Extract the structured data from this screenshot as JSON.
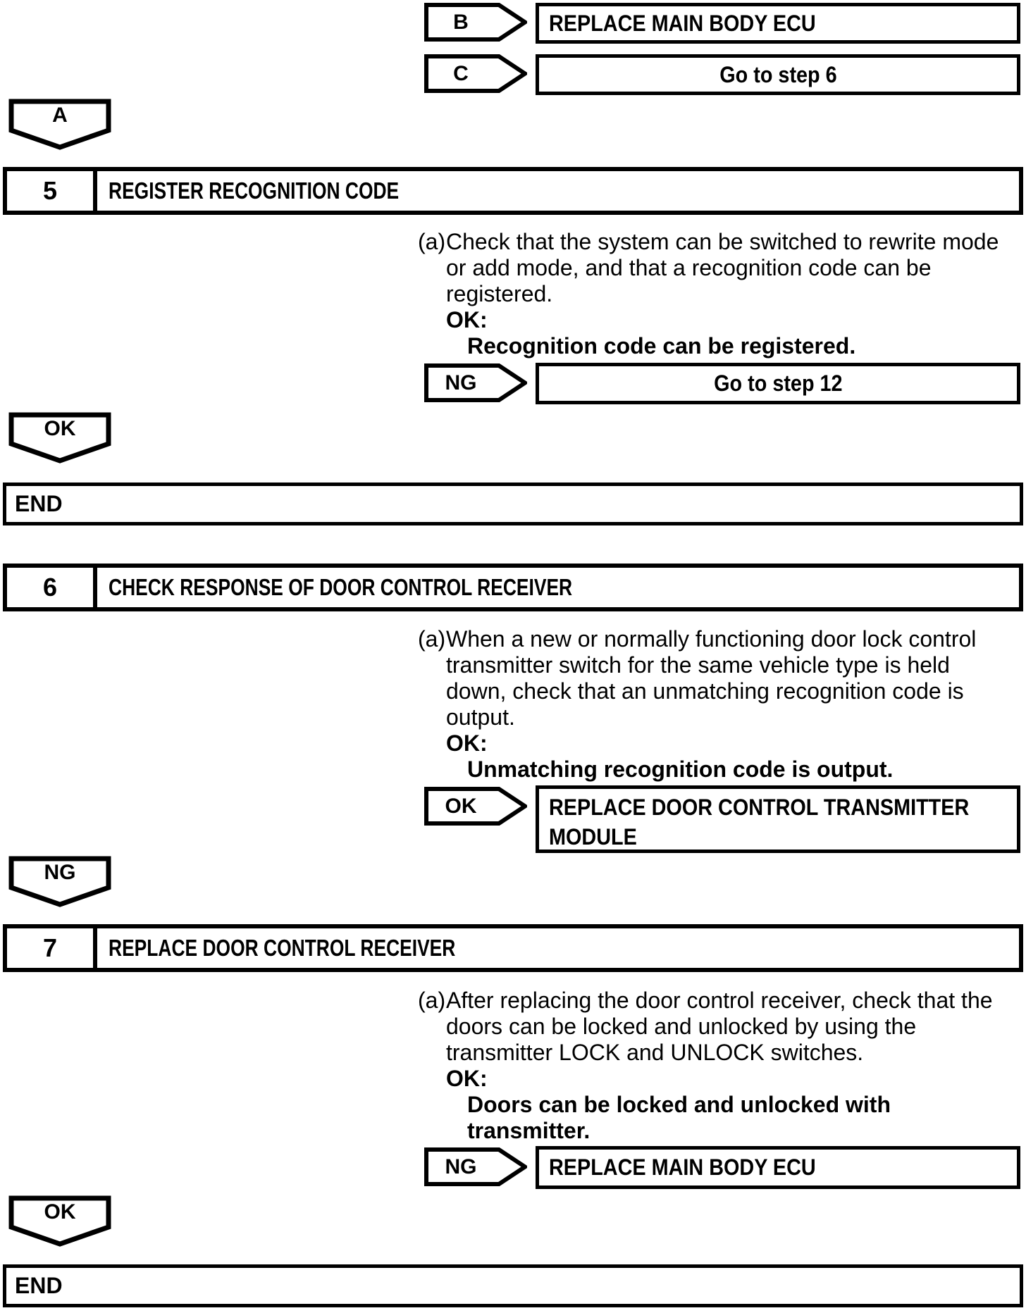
{
  "ink": "#000000",
  "paper": "#ffffff",
  "connectors": {
    "b": {
      "label": "B",
      "action": "REPLACE MAIN BODY ECU"
    },
    "c": {
      "label": "C",
      "action": "Go to step 6"
    }
  },
  "badge_a": {
    "label": "A"
  },
  "step5": {
    "number": "5",
    "title": "REGISTER RECOGNITION CODE",
    "item_label": "(a)",
    "lines": [
      "Check that the system can be switched to rewrite mode",
      "or add mode, and that a recognition code can be",
      "registered.",
      "OK:",
      "Recognition code can be registered."
    ],
    "ng": {
      "label": "NG",
      "action": "Go to step 12"
    },
    "ok_badge": {
      "label": "OK"
    },
    "end_label": "END"
  },
  "step6": {
    "number": "6",
    "title": "CHECK RESPONSE OF DOOR CONTROL RECEIVER",
    "item_label": "(a)",
    "lines": [
      "When a new or normally functioning door lock control",
      "transmitter switch for the same vehicle type is held",
      "down, check that an unmatching recognition code is",
      "output.",
      "OK:",
      "Unmatching recognition code is output."
    ],
    "ok": {
      "label": "OK",
      "action_line1": "REPLACE DOOR CONTROL TRANSMITTER",
      "action_line2": "MODULE"
    },
    "ng_badge": {
      "label": "NG"
    }
  },
  "step7": {
    "number": "7",
    "title": "REPLACE DOOR CONTROL RECEIVER",
    "item_label": "(a)",
    "lines": [
      "After replacing the door control receiver, check that the",
      "doors can be locked and unlocked by using the",
      "transmitter LOCK and UNLOCK switches.",
      "OK:",
      "Doors can be locked and unlocked with",
      "transmitter."
    ],
    "ng": {
      "label": "NG",
      "action": "REPLACE MAIN BODY ECU"
    },
    "ok_badge": {
      "label": "OK"
    },
    "end_label": "END"
  }
}
